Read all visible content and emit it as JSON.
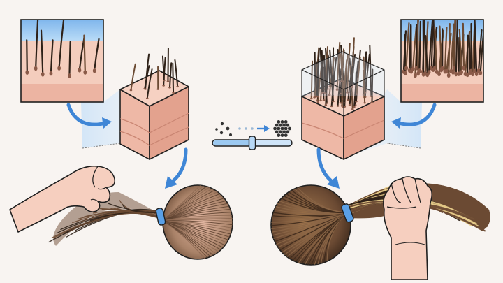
{
  "colors": {
    "background": "#f8f4f1",
    "skin_light": "#f6cfc0",
    "skin_mid": "#eab4a2",
    "skin_dark": "#d99b88",
    "sky_blue": "#8fc3f2",
    "arrow_blue": "#3f86d6",
    "hair_dark": "#2e2118",
    "hair_brown": "#6b4a33",
    "hair_blonde": "#e8cc8a",
    "tie_blue": "#5aa0e6",
    "outline": "#1f1f1f"
  },
  "panels": {
    "left": {
      "state": "sparse",
      "inset_icon": "sparse-follicle-closeup-icon",
      "cube_icon": "sparse-scalp-cube-icon",
      "ponytail_icon": "thin-ponytail-icon",
      "hand_icon": "open-hand-icon"
    },
    "right": {
      "state": "dense",
      "inset_icon": "dense-follicle-closeup-icon",
      "cube_icon": "dense-scalp-cube-icon",
      "ponytail_icon": "thick-ponytail-icon",
      "hand_icon": "fist-hand-icon"
    }
  },
  "density_control": {
    "from_icon": "few-dots-icon",
    "to_icon": "many-dots-icon",
    "slider_position": 0.5
  }
}
